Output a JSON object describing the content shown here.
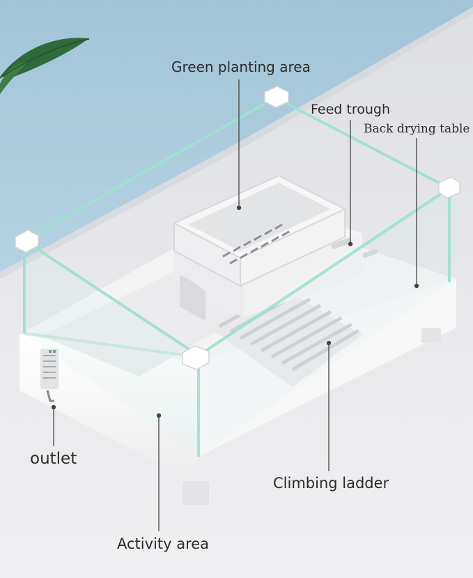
{
  "labels": {
    "green_planting_area": "Green planting area",
    "feed_trough": "Feed trough",
    "back_drying_table": "Back drying table",
    "outlet": "outlet",
    "climbing_ladder": "Climbing ladder",
    "activity_area": "Activity area"
  },
  "colors": {
    "wall": "#a9c9dc",
    "floor": "#e6e7ea",
    "glass_edge": "#9fe0cf",
    "tank_white": "#fafafa",
    "leaf": "#2f6a3c",
    "label_text": "#2b2b2b",
    "leader_line": "#444444"
  }
}
